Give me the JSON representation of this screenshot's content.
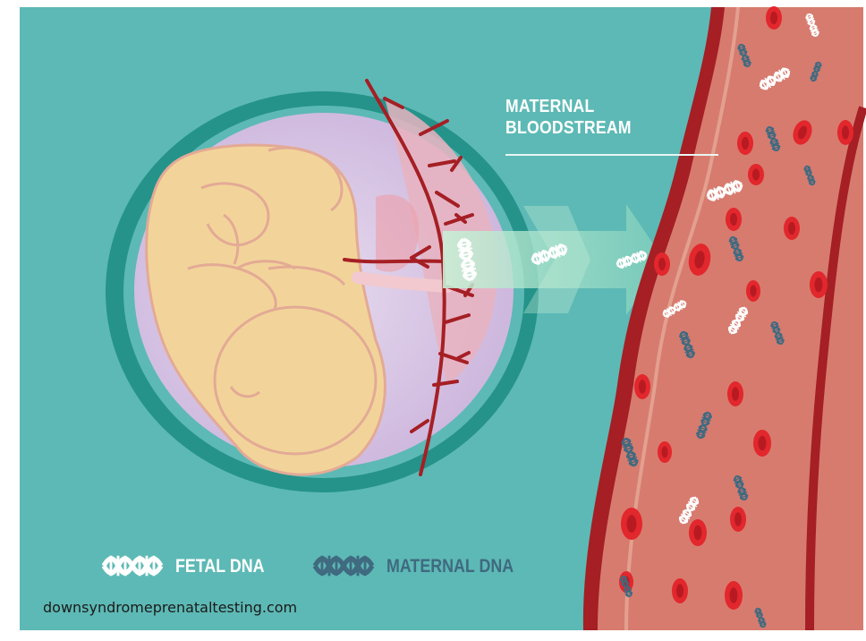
{
  "title": {
    "line1": "MATERNAL",
    "line2": "BLOODSTREAM"
  },
  "legend": {
    "fetal_label": "FETAL DNA",
    "maternal_label": "MATERNAL DNA"
  },
  "source": "downsyndromeprenataltesting.com",
  "colors": {
    "background": "#5db9b5",
    "uterus_wall": "#25938a",
    "amniotic_sac": "#d8c6e4",
    "fetus": "#f2d49a",
    "fetus_outline": "#e3aa95",
    "vessel_dark": "#a51f24",
    "vessel_fill": "#d77b6f",
    "red_blood_cell": "#e2272d",
    "fetal_dna": "#ffffff",
    "maternal_dna": "#3f6a80",
    "arrow": "#9fdcc2"
  },
  "icons": {
    "fetal_dna": "dna-helix-white-icon",
    "maternal_dna": "dna-helix-blue-icon",
    "red_blood_cell": "red-blood-cell-icon"
  }
}
